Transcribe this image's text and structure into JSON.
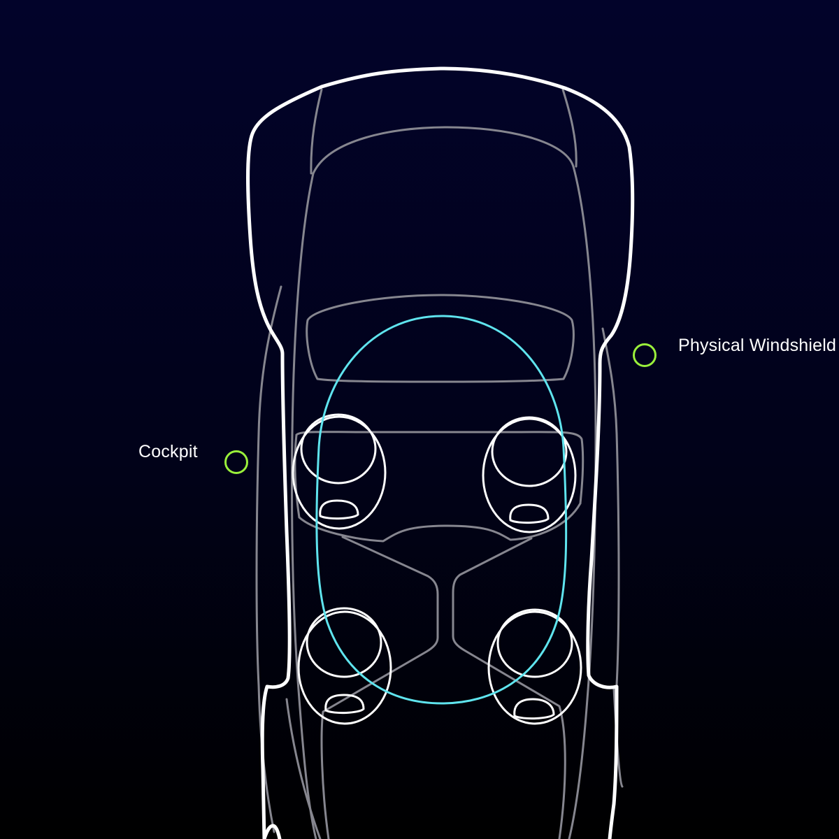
{
  "diagram": {
    "hotspots": [
      {
        "id": "windshield",
        "label": "Physical Windshield"
      },
      {
        "id": "cockpit",
        "label": "Cockpit"
      }
    ],
    "colors": {
      "background_top": "#02032a",
      "background_bottom": "#000000",
      "body_outline": "#ffffff",
      "interior_lines": "#8a8a94",
      "seat_outline": "#ffffff",
      "zone_outline": "#5fe4ee",
      "hotspot_ring": "#9af03b",
      "label_text": "#ffffff"
    }
  }
}
